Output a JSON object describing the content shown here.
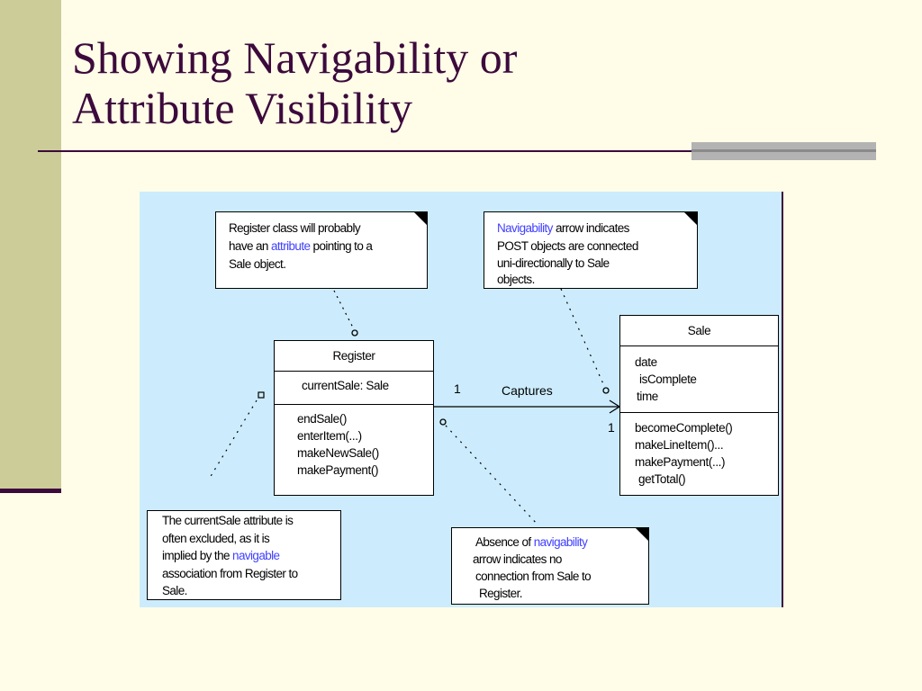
{
  "slide": {
    "title_line1": "Showing Navigability or",
    "title_line2": "Attribute Visibility"
  },
  "notes": {
    "register_note": {
      "line1": "Register class will probably",
      "line2_pre": "have an ",
      "line2_kw": "attribute",
      "line2_post": " pointing to a",
      "line3": "Sale object."
    },
    "navigability_note": {
      "line1_kw": "Navigability",
      "line1_post": " arrow indicates",
      "line2": "POST objects are connected",
      "line3": "uni-directionally to Sale",
      "line4": "objects."
    },
    "currentsale_note": {
      "line1": "The currentSale attribute is",
      "line2": "often excluded, as it is",
      "line3_pre": "implied by the ",
      "line3_kw": "navigable",
      "line4": "association from Register to",
      "line5": "Sale."
    },
    "absence_note": {
      "line1_pre": "Absence of ",
      "line1_kw": "navigability",
      "line2": "arrow indicates no",
      "line3": "connection from Sale to",
      "line4": "Register."
    }
  },
  "register_class": {
    "name": "Register",
    "attributes": [
      "currentSale: Sale"
    ],
    "operations": [
      "endSale()",
      "enterItem(...)",
      "makeNewSale()",
      "makePayment()"
    ]
  },
  "sale_class": {
    "name": "Sale",
    "attributes": [
      "date",
      "isComplete",
      "time"
    ],
    "operations": [
      "becomeComplete()",
      "makeLineItem()...",
      "makePayment(...)",
      "getTotal()"
    ]
  },
  "association": {
    "label": "Captures",
    "register_multiplicity": "1",
    "sale_multiplicity": "1"
  },
  "colors": {
    "background": "#FFFDE8",
    "title": "#3C0A3C",
    "diagram_bg": "#CCECFD",
    "keyword": "#4040FF",
    "left_band": "#CCCC99"
  }
}
